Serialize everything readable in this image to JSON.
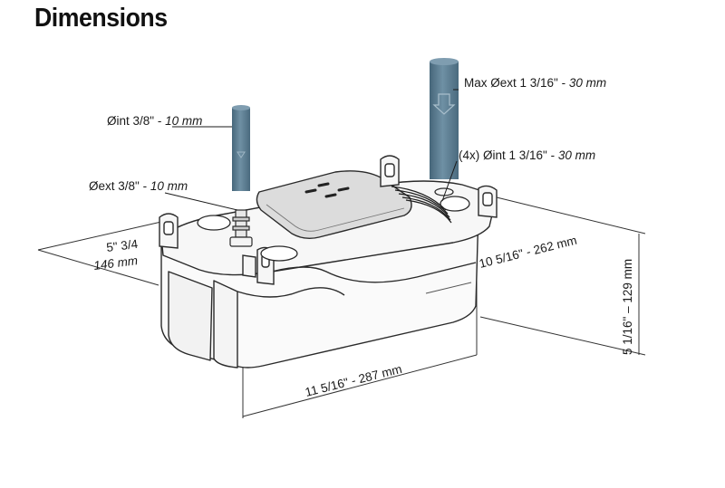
{
  "title": "Dimensions",
  "labels": {
    "inlet_int": {
      "prefix": "Øint 3/8\" - ",
      "value": "10 mm"
    },
    "inlet_ext": {
      "prefix": "Øext 3/8\" - ",
      "value": "10 mm"
    },
    "outlet_max": {
      "prefix": "Max Øext 1 3/16\" - ",
      "value": "30 mm"
    },
    "inlet_four": {
      "prefix": "(4x) Øint 1 3/16\" - ",
      "value": "30 mm"
    },
    "width_in": "5\" 3/4",
    "width_mm": "146 mm",
    "depth": "10 5/16\" - 262 mm",
    "height": "5 1/16\" – 129 mm",
    "length": "11 5/16\" - 287 mm"
  },
  "colors": {
    "pipe": "#5d7d91",
    "line": "#2a2a2a",
    "body": "#fafafa",
    "lid": "#dcdcdc"
  }
}
